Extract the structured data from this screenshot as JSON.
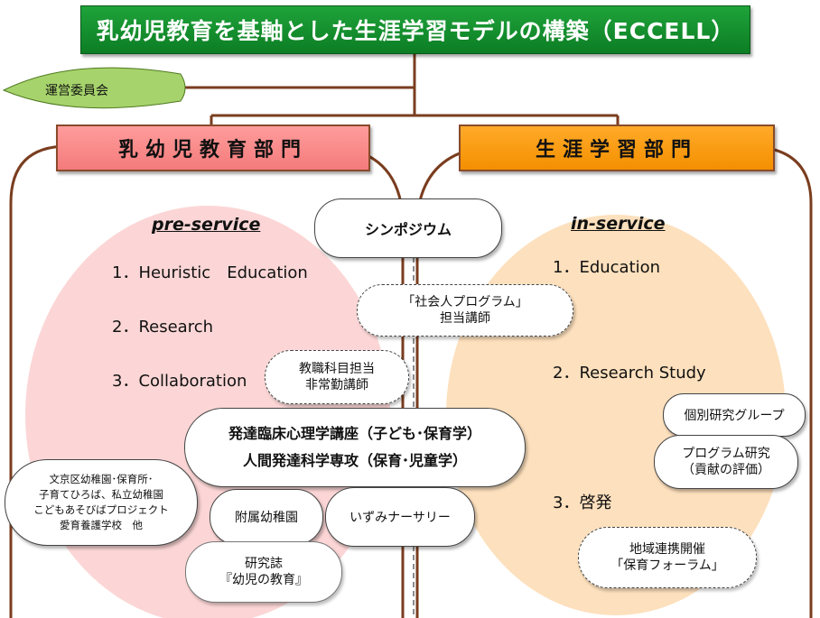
{
  "title": "乳幼児教育を基軸とした生涯学習モデルの構築（ECCELL）",
  "committee": "運営委員会",
  "left": {
    "dept": "乳幼児教育部門",
    "service": "pre-service",
    "items": [
      "1．Heuristic　Education",
      "2．Research",
      "3．Collaboration"
    ]
  },
  "right": {
    "dept": "生涯学習部門",
    "service": "in-service",
    "items": [
      "1．Education",
      "2．Research Study",
      "3．啓発"
    ]
  },
  "symposium": "シンポジウム",
  "shakaijin": [
    "「社会人プログラム」",
    "担当講師"
  ],
  "kyoshoku": [
    "教職科目担当",
    "非常勤講師"
  ],
  "center": [
    "発達臨床心理学講座（子ども･保育学）",
    "人間発達科学専攻（保育･児童学）"
  ],
  "bunkyo": [
    "文京区幼稚園･保育所･",
    "子育てひろば、私立幼稚園",
    "こどもあそびばプロジェクト",
    "愛育養護学校　他"
  ],
  "fuzoku": "附属幼稚園",
  "izumi": "いずみナーサリー",
  "kenkyushi": [
    "研究誌",
    "『幼児の教育』"
  ],
  "kobetsu": "個別研究グループ",
  "program": [
    "プログラム研究",
    "（貢献の評価）"
  ],
  "chiiki": [
    "地域連携開催",
    "「保育フォーラム」"
  ],
  "colors": {
    "title": "#12912f",
    "left_dept": "#f58888",
    "right_dept": "#f7a11a",
    "left_oval": "#fcd6d6",
    "right_oval": "#fde0bd",
    "frame": "#7a3d1f"
  }
}
